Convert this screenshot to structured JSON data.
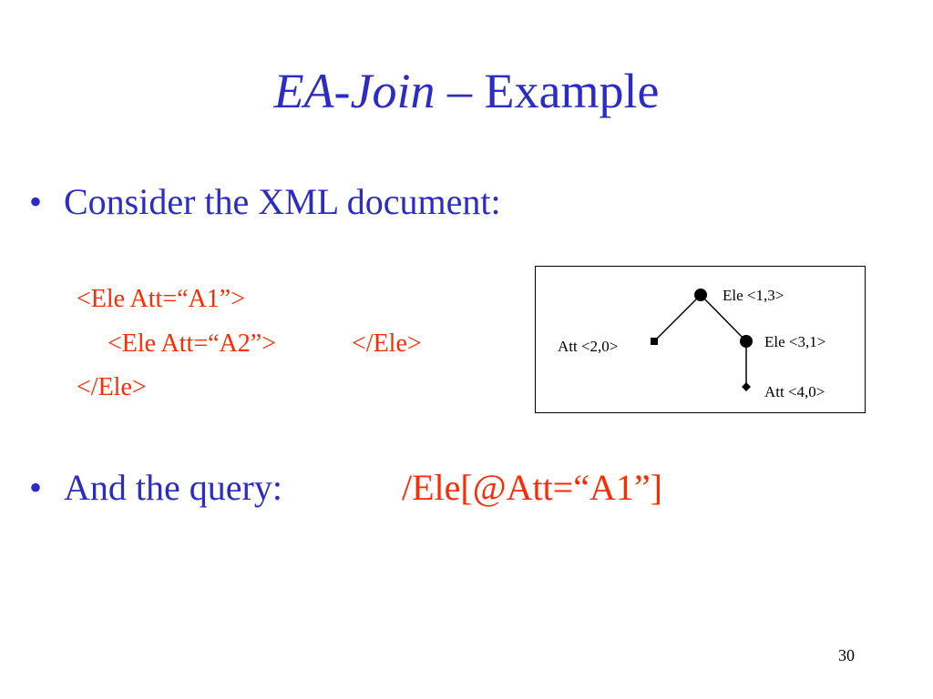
{
  "title": {
    "italic_part": "EA-Join",
    "rest": " – Example"
  },
  "bullets": [
    {
      "bullet": "•",
      "text": "Consider the XML document:"
    },
    {
      "bullet": "•",
      "text": "And the query:"
    }
  ],
  "query": "/Ele[@Att=“A1”]",
  "xml_lines": [
    "<Ele Att=“A1”>",
    "<Ele Att=“A2”>",
    "</Ele>",
    "</Ele>"
  ],
  "tree": {
    "root_label": "Ele <1,3>",
    "att1_label": "Att <2,0>",
    "ele2_label": "Ele <3,1>",
    "att2_label": "Att <4,0>"
  },
  "page_number": "30",
  "colors": {
    "heading": "#2b2bc8",
    "code": "#ff2a00",
    "tree": "#000000"
  }
}
